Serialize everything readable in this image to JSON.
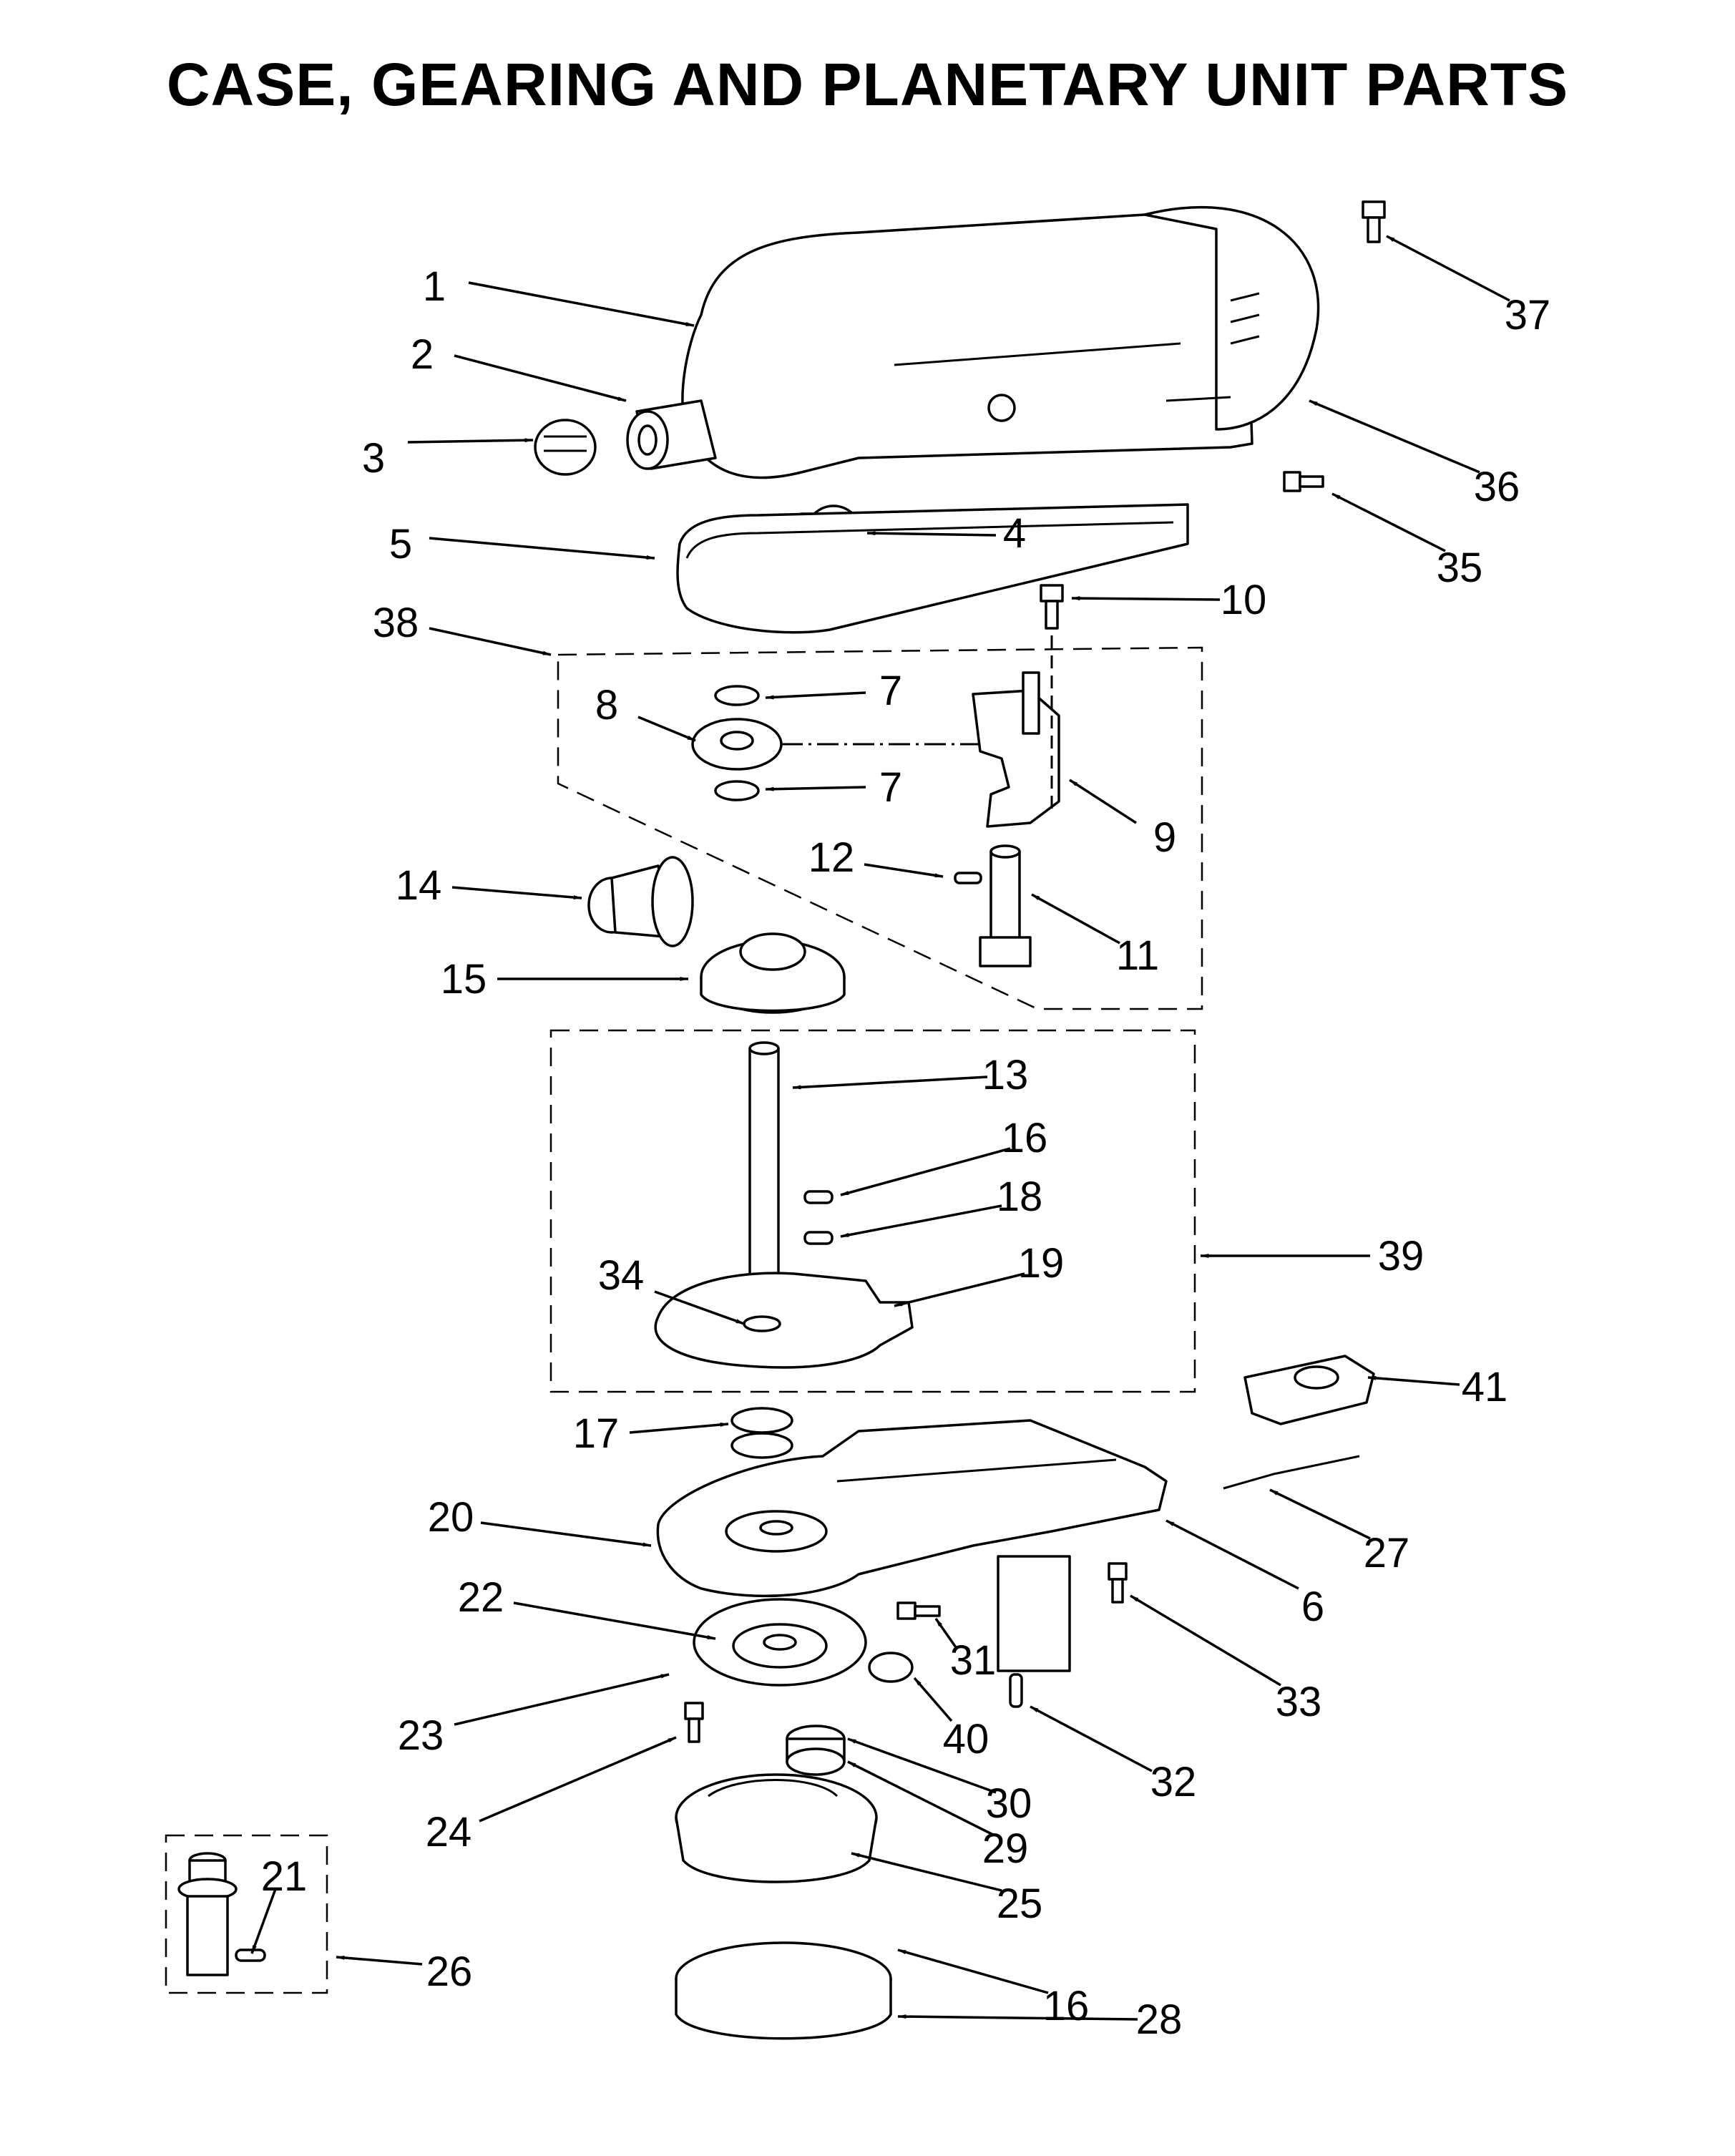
{
  "title": "CASE, GEARING AND PLANETARY UNIT PARTS",
  "callouts": [
    "1",
    "2",
    "3",
    "4",
    "5",
    "6",
    "7",
    "7",
    "8",
    "9",
    "10",
    "11",
    "12",
    "13",
    "14",
    "15",
    "16",
    "16",
    "17",
    "18",
    "19",
    "20",
    "21",
    "22",
    "23",
    "24",
    "25",
    "26",
    "27",
    "28",
    "29",
    "30",
    "31",
    "32",
    "33",
    "34",
    "35",
    "36",
    "37",
    "38",
    "39",
    "40",
    "41"
  ]
}
